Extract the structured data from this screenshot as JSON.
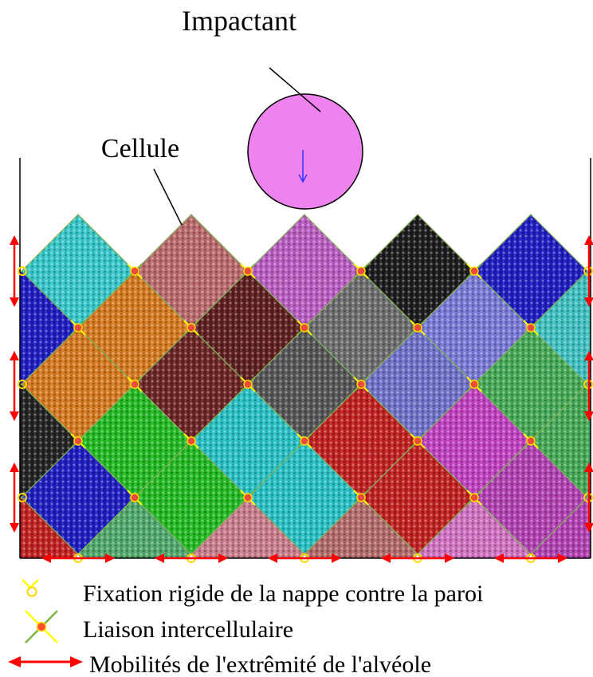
{
  "labels": {
    "impactant": "Impactant",
    "cellule": "Cellule"
  },
  "legend": {
    "items": [
      {
        "icon": "rigid-fixation-icon",
        "text": "Fixation rigide de la nappe contre la paroi"
      },
      {
        "icon": "intercellular-link-icon",
        "text": "Liaison intercellulaire"
      },
      {
        "icon": "mobility-arrow-icon",
        "text": "Mobilités de l'extrêmité de l'alvéole"
      }
    ]
  },
  "colors": {
    "impactor_fill": "#ee82ee",
    "impactor_arrow": "#3333ff",
    "wall": "#000000",
    "node_ring": "#ffd700",
    "node_x_yellow": "#ffff00",
    "node_x_green": "#7cb342",
    "node_core": "#e74c3c",
    "mobility_arrow": "#ff0000",
    "cells_row0": [
      "#36c6c8",
      "#b9696c",
      "#b85cc0",
      "#1b1b1b",
      "#1c1cc0"
    ],
    "cells_row1": [
      "#1c1cc0",
      "#d4781e",
      "#5e1e1e",
      "#6c6c6c",
      "#7878d6",
      "#3fbfbf"
    ],
    "cells_row2": [
      "#d4781e",
      "#6b2424",
      "#555555",
      "#7070c8",
      "#44a855",
      "#44a855"
    ],
    "cells_row3": [
      "#222222",
      "#22b822",
      "#27bfc4",
      "#c02020",
      "#c040c0",
      "#44a855"
    ],
    "cells_row4": [
      "#1c1cc0",
      "#22b822",
      "#27bfc4",
      "#c02020",
      "#b040b0",
      "#c040c0"
    ],
    "cells_row5": [
      "#c02020",
      "#4fa86a",
      "#c77c8a",
      "#b06a6a",
      "#d070c0",
      "#b040b0"
    ]
  }
}
